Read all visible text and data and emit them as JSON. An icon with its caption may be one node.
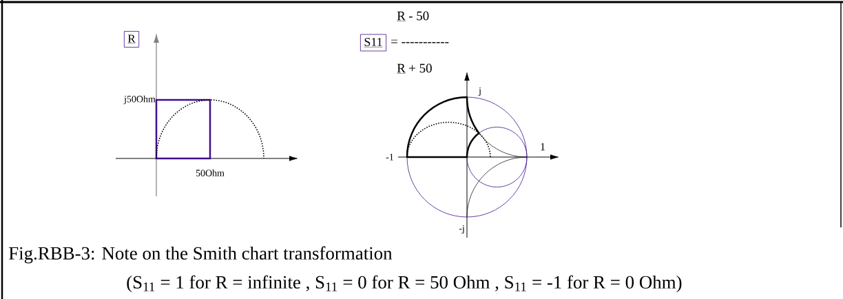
{
  "diagram": {
    "nodes": [
      {
        "text": [
          "R"
        ]
      },
      {
        "text": [
          "S11"
        ]
      }
    ],
    "labels": [
      "j50Ohm",
      "50Ohm",
      "R",
      "- 50",
      "= -----------",
      "R",
      "+ 50",
      "j",
      "1",
      "-1",
      "-j",
      "Fig.RBB-3:  Note on the Smith chart transformation",
      "(S$_{11}$ = 1 for R = infinite , S$_{11}$ = 0 for R = 50 Ohm , S$_{11}$ = -1 for R = 0 Ohm)"
    ]
  }
}
